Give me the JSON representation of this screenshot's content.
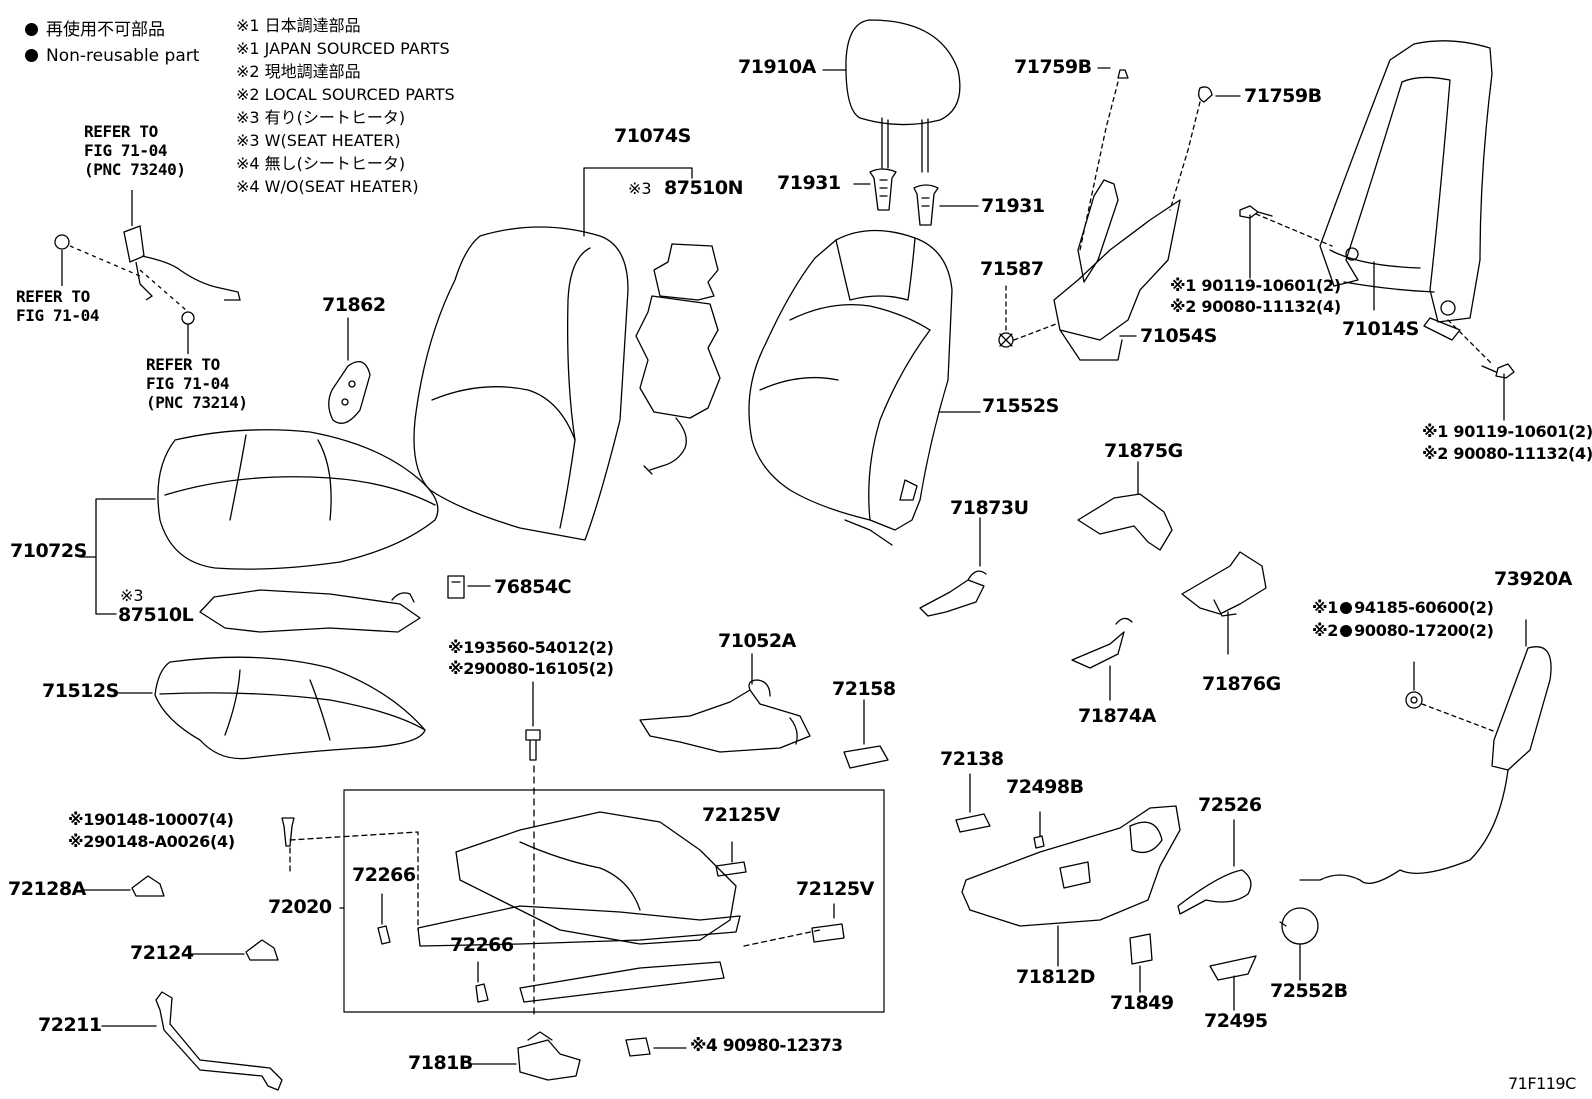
{
  "legend": {
    "reuse_jp": "再使用不可部品",
    "reuse_en": "Non-reusable part",
    "notes": [
      "※1 日本調達部品",
      "※1 JAPAN SOURCED PARTS",
      "※2 現地調達部品",
      "※2 LOCAL SOURCED PARTS",
      "※3 有り(シートヒータ)",
      "※3 W(SEAT HEATER)",
      "※4 無し(シートヒータ)",
      "※4 W/O(SEAT HEATER)"
    ]
  },
  "refs": {
    "r1": [
      "REFER TO",
      "FIG 71-04",
      "(PNC 73240)"
    ],
    "r2": [
      "REFER TO",
      "FIG 71-04"
    ],
    "r3": [
      "REFER TO",
      "FIG 71-04",
      "(PNC 73214)"
    ]
  },
  "parts": {
    "p71910A": "71910A",
    "p71759B_1": "71759B",
    "p71759B_2": "71759B",
    "p71074S": "71074S",
    "p87510N": "87510N",
    "p87510N_mark": "※3",
    "p71931_1": "71931",
    "p71931_2": "71931",
    "p71587": "71587",
    "p71054S": "71054S",
    "p71014S": "71014S",
    "p71862": "71862",
    "p71552S": "71552S",
    "p71875G": "71875G",
    "p71072S": "71072S",
    "p87510L": "87510L",
    "p87510L_mark": "※3",
    "p76854C": "76854C",
    "p71873U": "71873U",
    "p73920A": "73920A",
    "p71052A": "71052A",
    "p71876G": "71876G",
    "p71512S": "71512S",
    "p72158": "72158",
    "p71874A": "71874A",
    "p72138": "72138",
    "p72498B": "72498B",
    "p72526": "72526",
    "p72125V_1": "72125V",
    "p72125V_2": "72125V",
    "p72266_1": "72266",
    "p72266_2": "72266",
    "p72128A": "72128A",
    "p72020": "72020",
    "p71812D": "71812D",
    "p72124": "72124",
    "p71849": "71849",
    "p72495": "72495",
    "p72552B": "72552B",
    "p72211": "72211",
    "p7181B": "7181B",
    "p90980": "※4  90980-12373"
  },
  "codes": {
    "c_bolt_tr_1": "※1 90119-10601(2)",
    "c_bolt_tr_2": "※2 90080-11132(4)",
    "c_bolt_r_1": "※1 90119-10601(2)",
    "c_bolt_r_2": "※2 90080-11132(4)",
    "c_nut_1_pre": "※1",
    "c_nut_1": "94185-60600(2)",
    "c_nut_2_pre": "※2",
    "c_nut_2": "90080-17200(2)",
    "c_bolt_c_1": "※193560-54012(2)",
    "c_bolt_c_2": "※290080-16105(2)",
    "c_bolt_l_1": "※190148-10007(4)",
    "c_bolt_l_2": "※290148-A0026(4)"
  },
  "figure_id": "71F119C"
}
